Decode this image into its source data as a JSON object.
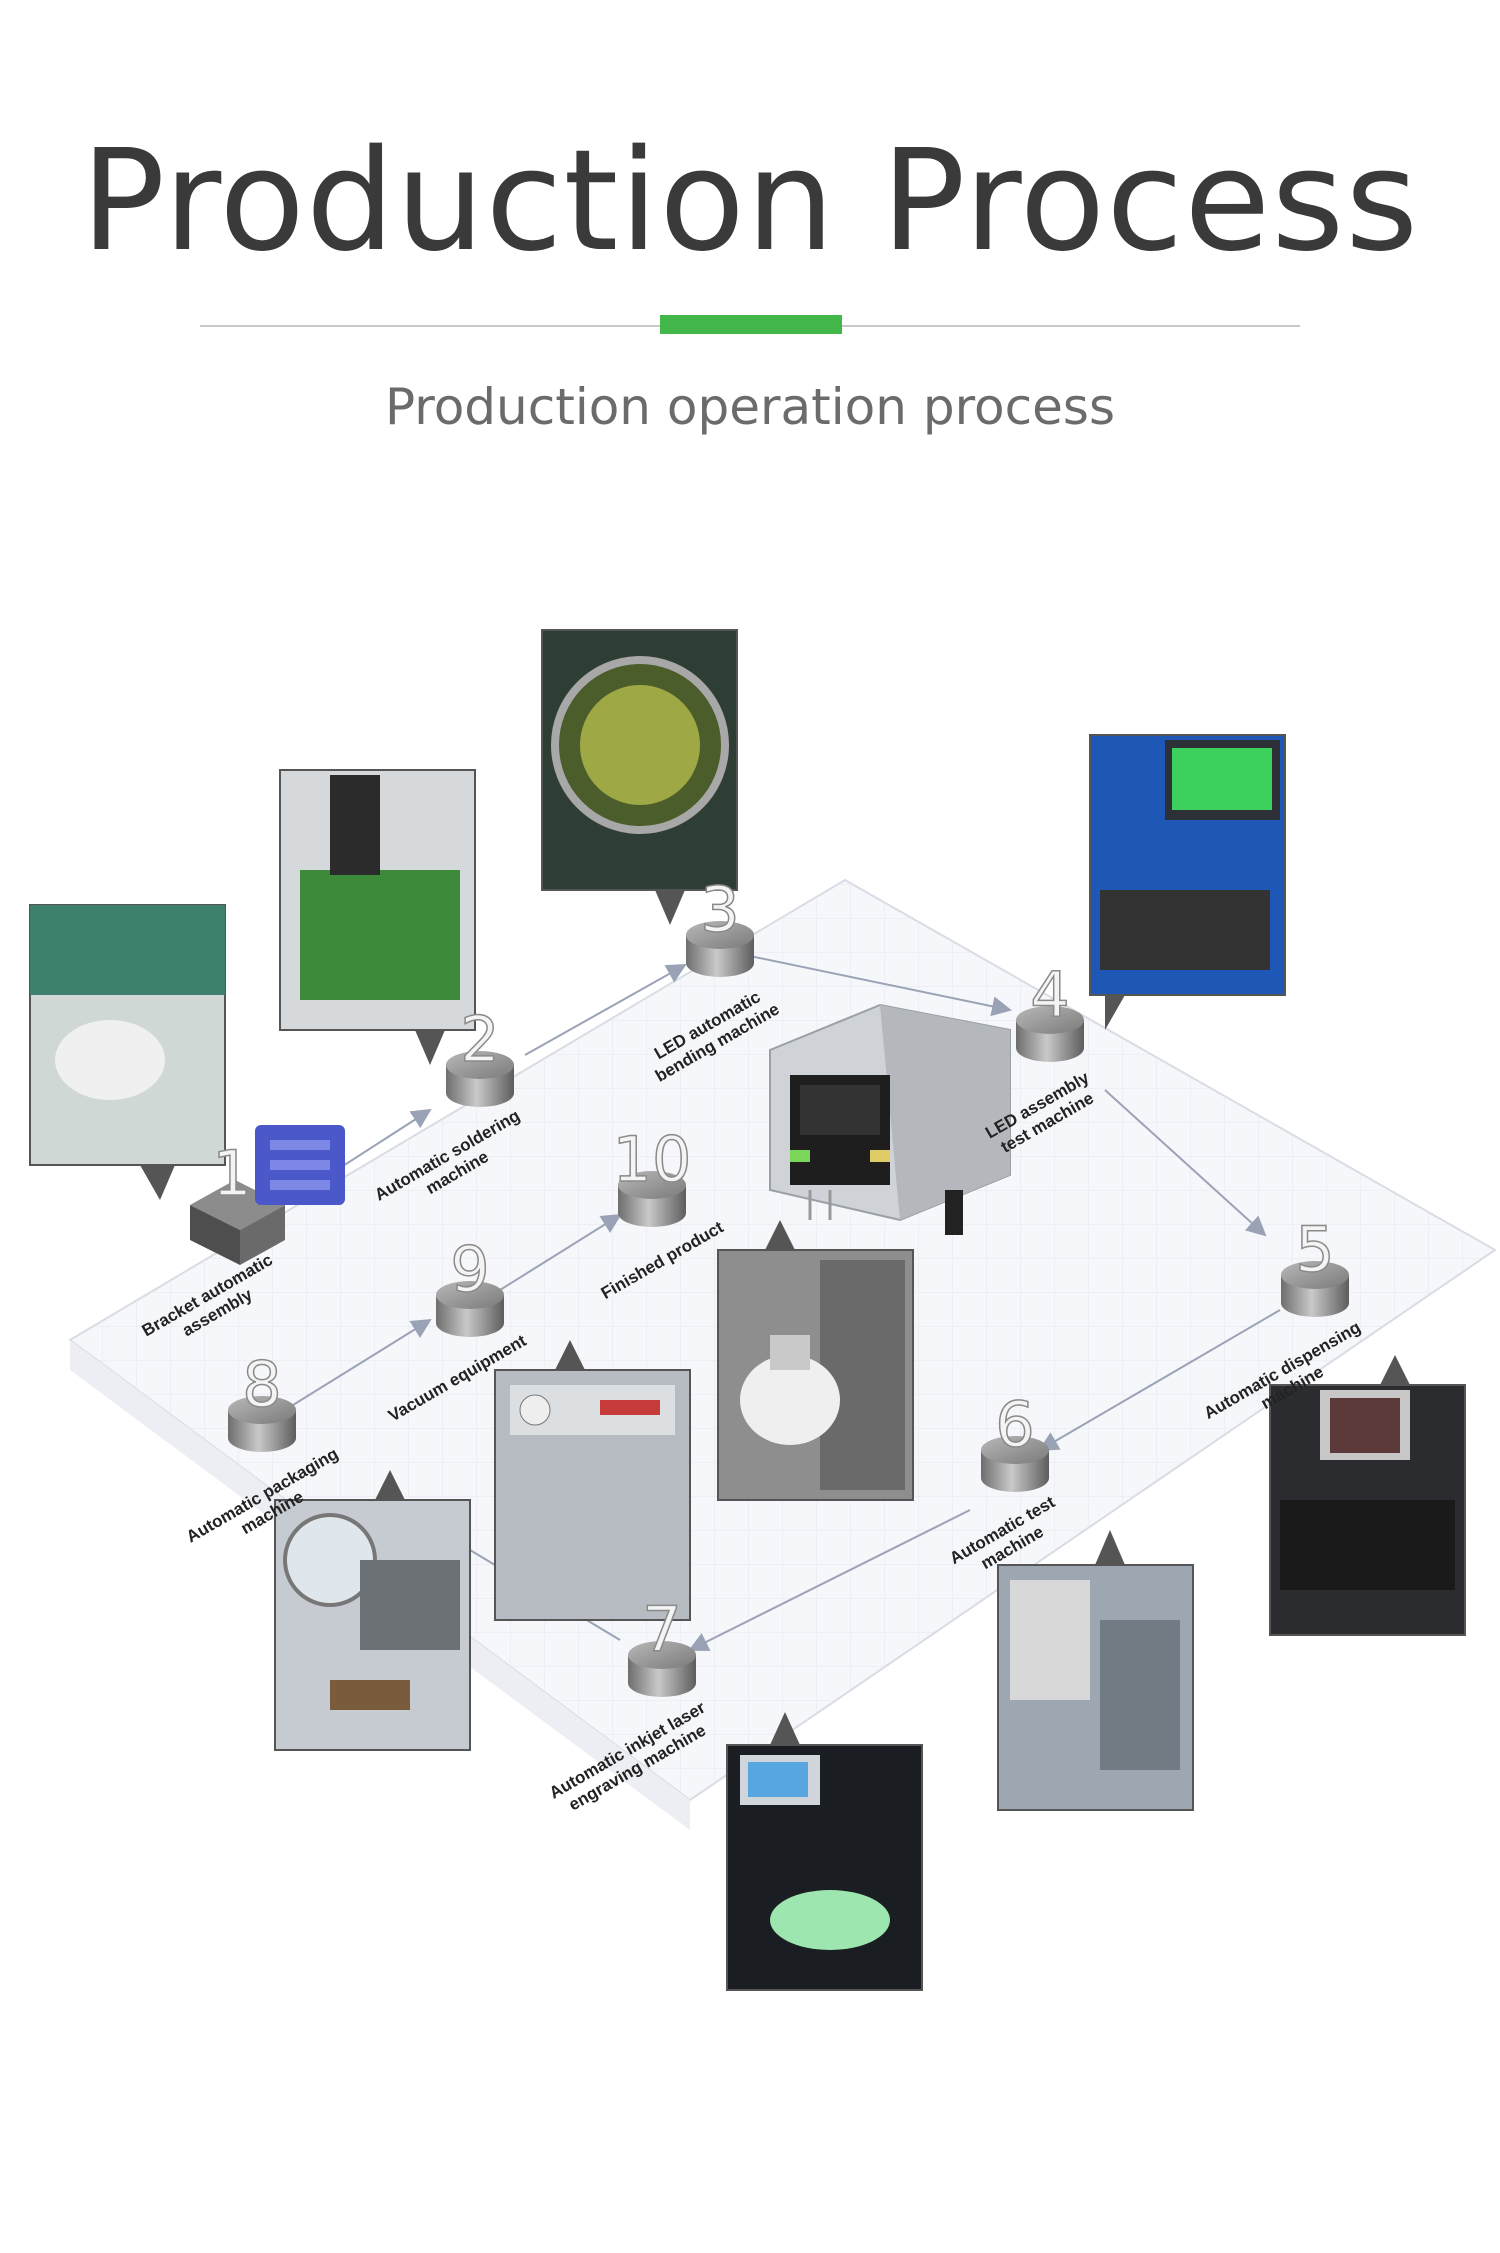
{
  "header": {
    "title": "Production Process",
    "subtitle": "Production operation process"
  },
  "colors": {
    "accent": "#44b74a",
    "title": "#3a3a3a",
    "subtitle": "#6b6b6b",
    "arrow": "#9aa3b5"
  },
  "steps": [
    {
      "id": "1",
      "label_lines": [
        "Bracket automatic",
        "assembly"
      ]
    },
    {
      "id": "2",
      "label_lines": [
        "Automatic soldering",
        "machine"
      ]
    },
    {
      "id": "3",
      "label_lines": [
        "LED automatic",
        "bending machine"
      ]
    },
    {
      "id": "4",
      "label_lines": [
        "LED assembly",
        "test machine"
      ]
    },
    {
      "id": "5",
      "label_lines": [
        "Automatic dispensing",
        "machine"
      ]
    },
    {
      "id": "6",
      "label_lines": [
        "Automatic test",
        "machine"
      ]
    },
    {
      "id": "7",
      "label_lines": [
        "Automatic inkjet laser",
        "engraving machine"
      ]
    },
    {
      "id": "8",
      "label_lines": [
        "Automatic packaging",
        "machine"
      ]
    },
    {
      "id": "9",
      "label_lines": [
        "Vacuum equipment"
      ]
    },
    {
      "id": "10",
      "label_lines": [
        "Finished product"
      ]
    }
  ],
  "photo_icons": [
    "gloved-hands-photo",
    "soldering-photo",
    "bending-bowl-photo",
    "test-machine-photo",
    "dispensing-photo",
    "test-station-photo",
    "laser-engraver-photo",
    "packaging-photo",
    "vacuum-photo",
    "finished-product-photo"
  ]
}
